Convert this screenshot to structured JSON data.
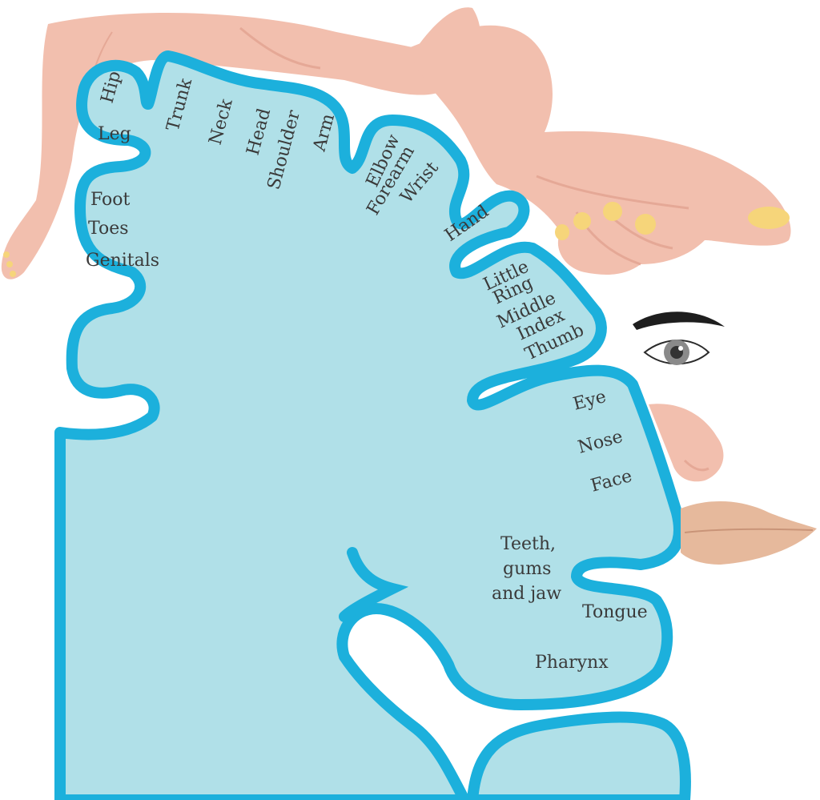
{
  "colors": {
    "cortex_fill": "#b0e0e8",
    "cortex_outline": "#1cb0dc",
    "skin": "#f2bfae",
    "skin_shade": "#e5a896",
    "nail": "#f6d57a",
    "lips": "#e6b99c",
    "label": "#3a3a3a",
    "eyebrow": "#1e1e1e",
    "iris": "#8a8a8a"
  },
  "icons": [
    "leg-icon",
    "hand-icon",
    "eye-icon",
    "nose-icon",
    "lips-icon"
  ],
  "labels": {
    "hip": "Hip",
    "trunk": "Trunk",
    "neck": "Neck",
    "head": "Head",
    "shoulder": "Shoulder",
    "arm": "Arm",
    "elbow": "Elbow",
    "forearm": "Forearm",
    "wrist": "Wrist",
    "hand": "Hand",
    "little": "Little",
    "ring": "Ring",
    "middle": "Middle",
    "index": "Index",
    "thumb": "Thumb",
    "leg": "Leg",
    "foot": "Foot",
    "toes": "Toes",
    "genitals": "Genitals",
    "eye": "Eye",
    "nose": "Nose",
    "face": "Face",
    "teeth_1": "Teeth,",
    "teeth_2": "gums",
    "teeth_3": "and jaw",
    "tongue": "Tongue",
    "pharynx": "Pharynx"
  }
}
